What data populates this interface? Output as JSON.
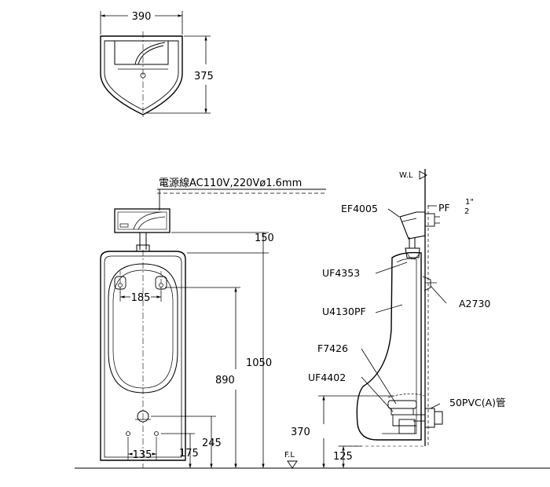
{
  "top_view": {
    "width_dim": "390",
    "depth_dim": "375"
  },
  "front_view": {
    "wire_label": "電源線AC110V,220Vø1.6mm",
    "dims": {
      "top_gap": "150",
      "bracket_spacing": "185",
      "total_height": "1050",
      "bracket_height": "890",
      "outlet_spacing": "135",
      "outlet_height": "175",
      "drain_height": "245"
    },
    "floor_label": "F.L"
  },
  "side_view": {
    "wall_label": "W.L",
    "parts": {
      "sensor": "EF4005",
      "supply": "PF",
      "supply_size_num": "1\"",
      "supply_size_den": "2",
      "spud": "UF4353",
      "bracket": "A2730",
      "bowl": "U4130PF",
      "trap": "F7426",
      "drain": "UF4402",
      "pipe": "50PVC(A)管"
    },
    "dims": {
      "drain_center": "370",
      "floor_clear": "125"
    }
  }
}
